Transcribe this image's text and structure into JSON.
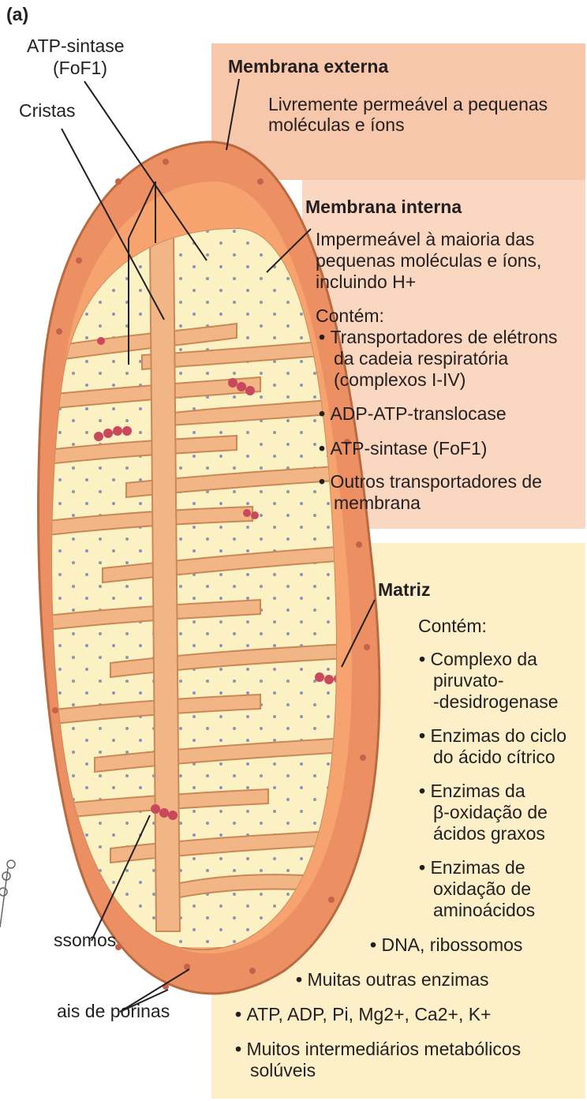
{
  "panel_label": "(a)",
  "labels": {
    "atp_synthase": "ATP-sintase",
    "atp_synthase_formula": "(FoF1)",
    "cristae": "Cristas",
    "ribosomes_partial": "ssomos",
    "porins_partial": "ais de porinas"
  },
  "outer_membrane": {
    "title": "Membrana externa",
    "description_lines": [
      "Livremente permeável a pequenas",
      "moléculas e íons"
    ]
  },
  "inner_membrane": {
    "title": "Membrana interna",
    "description_lines": [
      "Impermeável à maioria das",
      "pequenas moléculas e íons,",
      "incluindo H+"
    ],
    "contains_label": "Contém:",
    "items": [
      [
        "Transportadores de elétrons",
        "da cadeia respiratória",
        "(complexos I-IV)"
      ],
      [
        "ADP-ATP-translocase"
      ],
      [
        "ATP-sintase (FoF1)"
      ],
      [
        "Outros transportadores de",
        "membrana"
      ]
    ]
  },
  "matrix": {
    "title": "Matriz",
    "contains_label": "Contém:",
    "items": [
      [
        "Complexo da",
        "piruvato-",
        "-desidrogenase"
      ],
      [
        "Enzimas do ciclo",
        "do ácido cítrico"
      ],
      [
        "Enzimas da",
        "β-oxidação de",
        "ácidos graxos"
      ],
      [
        "Enzimas de",
        "oxidação de",
        "aminoácidos"
      ],
      [
        "DNA, ribossomos"
      ],
      [
        "Muitas outras enzimas"
      ],
      [
        "ATP, ADP, Pi, Mg2+, Ca2+, K+"
      ],
      [
        "Muitos intermediários metabólicos",
        "solúveis"
      ]
    ]
  },
  "colors": {
    "outer_panel": "#f6c7aa",
    "inner_panel": "#f9d7c1",
    "matrix_panel": "#fdf0c9",
    "outer_membrane": "#ec9063",
    "inner_membrane": "#f2b585",
    "matrix": "#fcf1c3",
    "ribosome": "#c9485b"
  }
}
